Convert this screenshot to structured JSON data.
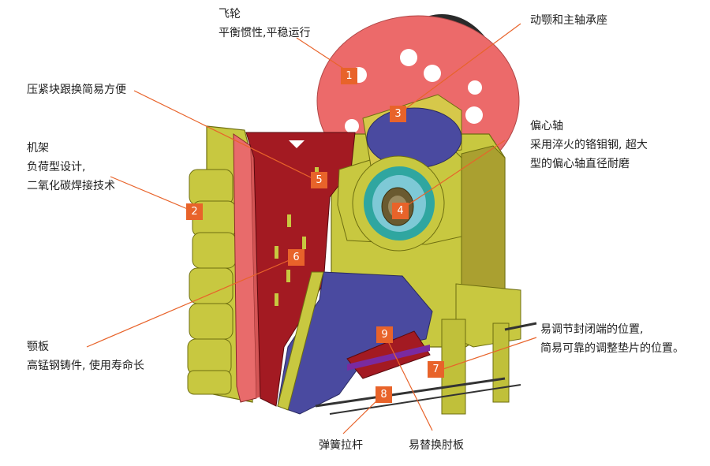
{
  "colors": {
    "accent": "#e8632a",
    "frame": "#c8c840",
    "frame_dark": "#8f8f1e",
    "flywheel": "#ec6a6a",
    "jaw": "#a31a22",
    "jaw_plate": "#e86b6b",
    "swing": "#4a4aa0",
    "shaft_teal": "#2fa6a0",
    "bearing": "#d6c84a"
  },
  "callouts": [
    {
      "number": "1",
      "lines": [
        "飞轮",
        "平衡惯性,平稳运行"
      ]
    },
    {
      "number": "2",
      "lines": [
        "机架",
        "负荷型设计,",
        "二氧化碳焊接技术"
      ]
    },
    {
      "number": "3",
      "lines": [
        "动颚和主轴承座"
      ]
    },
    {
      "number": "4",
      "lines": [
        "偏心轴",
        "采用淬火的铬钼钢, 超大",
        "型的偏心轴直径耐磨"
      ]
    },
    {
      "number": "5",
      "lines": [
        "压紧块跟换简易方便"
      ]
    },
    {
      "number": "6",
      "lines": [
        "颚板",
        "高锰钢铸件, 使用寿命长"
      ]
    },
    {
      "number": "7",
      "lines": [
        "易调节封闭端的位置,",
        "简易可靠的调整垫片的位置。"
      ]
    },
    {
      "number": "8",
      "lines": [
        "弹簧拉杆"
      ]
    },
    {
      "number": "9",
      "lines": [
        "易替换肘板"
      ]
    }
  ]
}
